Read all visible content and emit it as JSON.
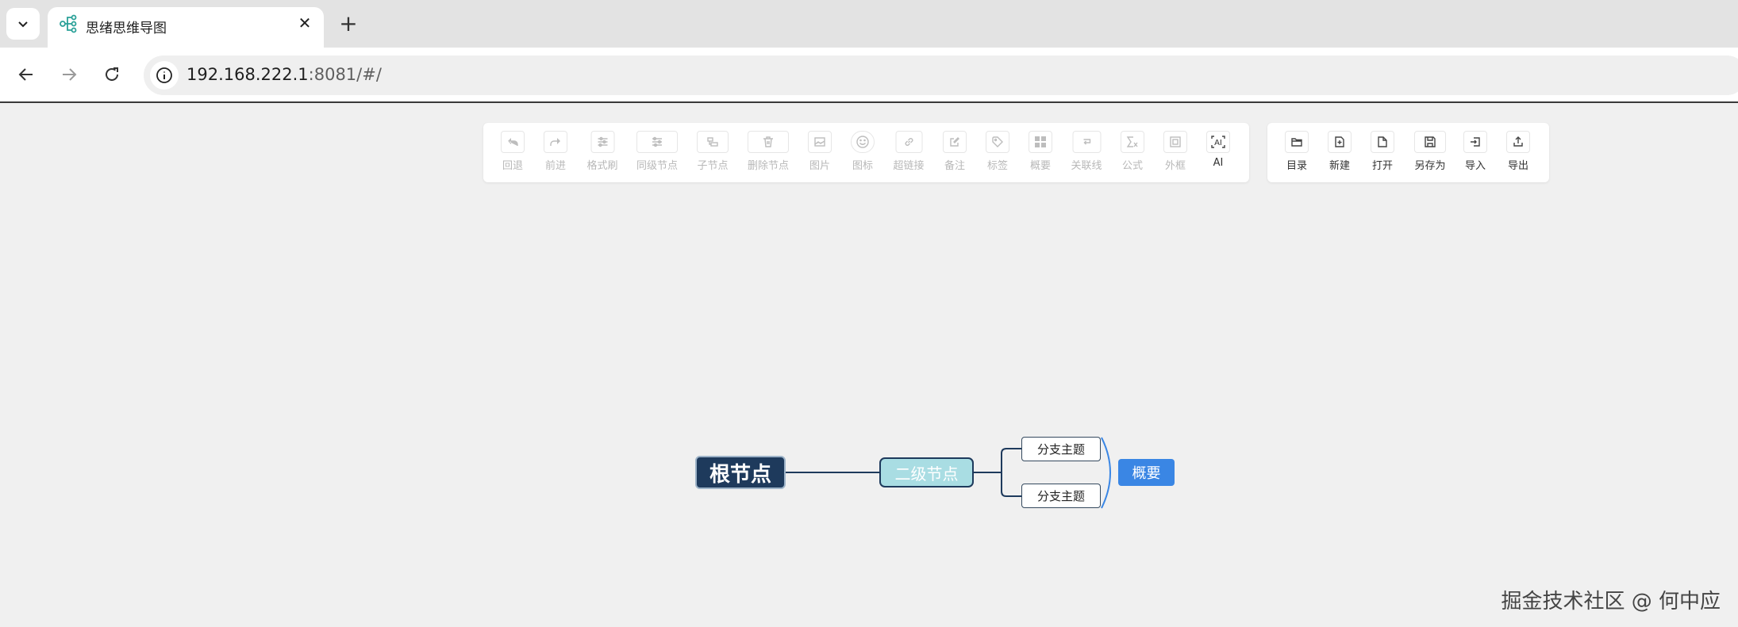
{
  "browser": {
    "tab_title": "思绪思维导图",
    "url_host": "192.168.222.1",
    "url_rest": ":8081/#/"
  },
  "toolbar_main": [
    {
      "label": "回退",
      "icon": "undo-icon",
      "enabled": false
    },
    {
      "label": "前进",
      "icon": "redo-icon",
      "enabled": false
    },
    {
      "label": "格式刷",
      "icon": "format-painter-icon",
      "enabled": false
    },
    {
      "label": "同级节点",
      "icon": "sibling-node-icon",
      "enabled": false
    },
    {
      "label": "子节点",
      "icon": "child-node-icon",
      "enabled": false
    },
    {
      "label": "删除节点",
      "icon": "trash-icon",
      "enabled": false
    },
    {
      "label": "图片",
      "icon": "image-icon",
      "enabled": false
    },
    {
      "label": "图标",
      "icon": "smiley-icon",
      "enabled": false
    },
    {
      "label": "超链接",
      "icon": "link-icon",
      "enabled": false
    },
    {
      "label": "备注",
      "icon": "note-icon",
      "enabled": false
    },
    {
      "label": "标签",
      "icon": "tag-icon",
      "enabled": false
    },
    {
      "label": "概要",
      "icon": "summary-icon",
      "enabled": false
    },
    {
      "label": "关联线",
      "icon": "association-line-icon",
      "enabled": false
    },
    {
      "label": "公式",
      "icon": "formula-icon",
      "enabled": false
    },
    {
      "label": "外框",
      "icon": "outer-frame-icon",
      "enabled": false
    },
    {
      "label": "AI",
      "icon": "ai-icon",
      "enabled": true
    }
  ],
  "toolbar_file": [
    {
      "label": "目录",
      "icon": "folder-icon"
    },
    {
      "label": "新建",
      "icon": "new-file-icon"
    },
    {
      "label": "打开",
      "icon": "open-file-icon"
    },
    {
      "label": "另存为",
      "icon": "save-as-icon"
    },
    {
      "label": "导入",
      "icon": "import-icon"
    },
    {
      "label": "导出",
      "icon": "export-icon"
    }
  ],
  "mindmap": {
    "root": "根节点",
    "second": "二级节点",
    "branch1": "分支主题",
    "branch2": "分支主题",
    "summary": "概要"
  },
  "watermark": "掘金技术社区 @ 何中应"
}
